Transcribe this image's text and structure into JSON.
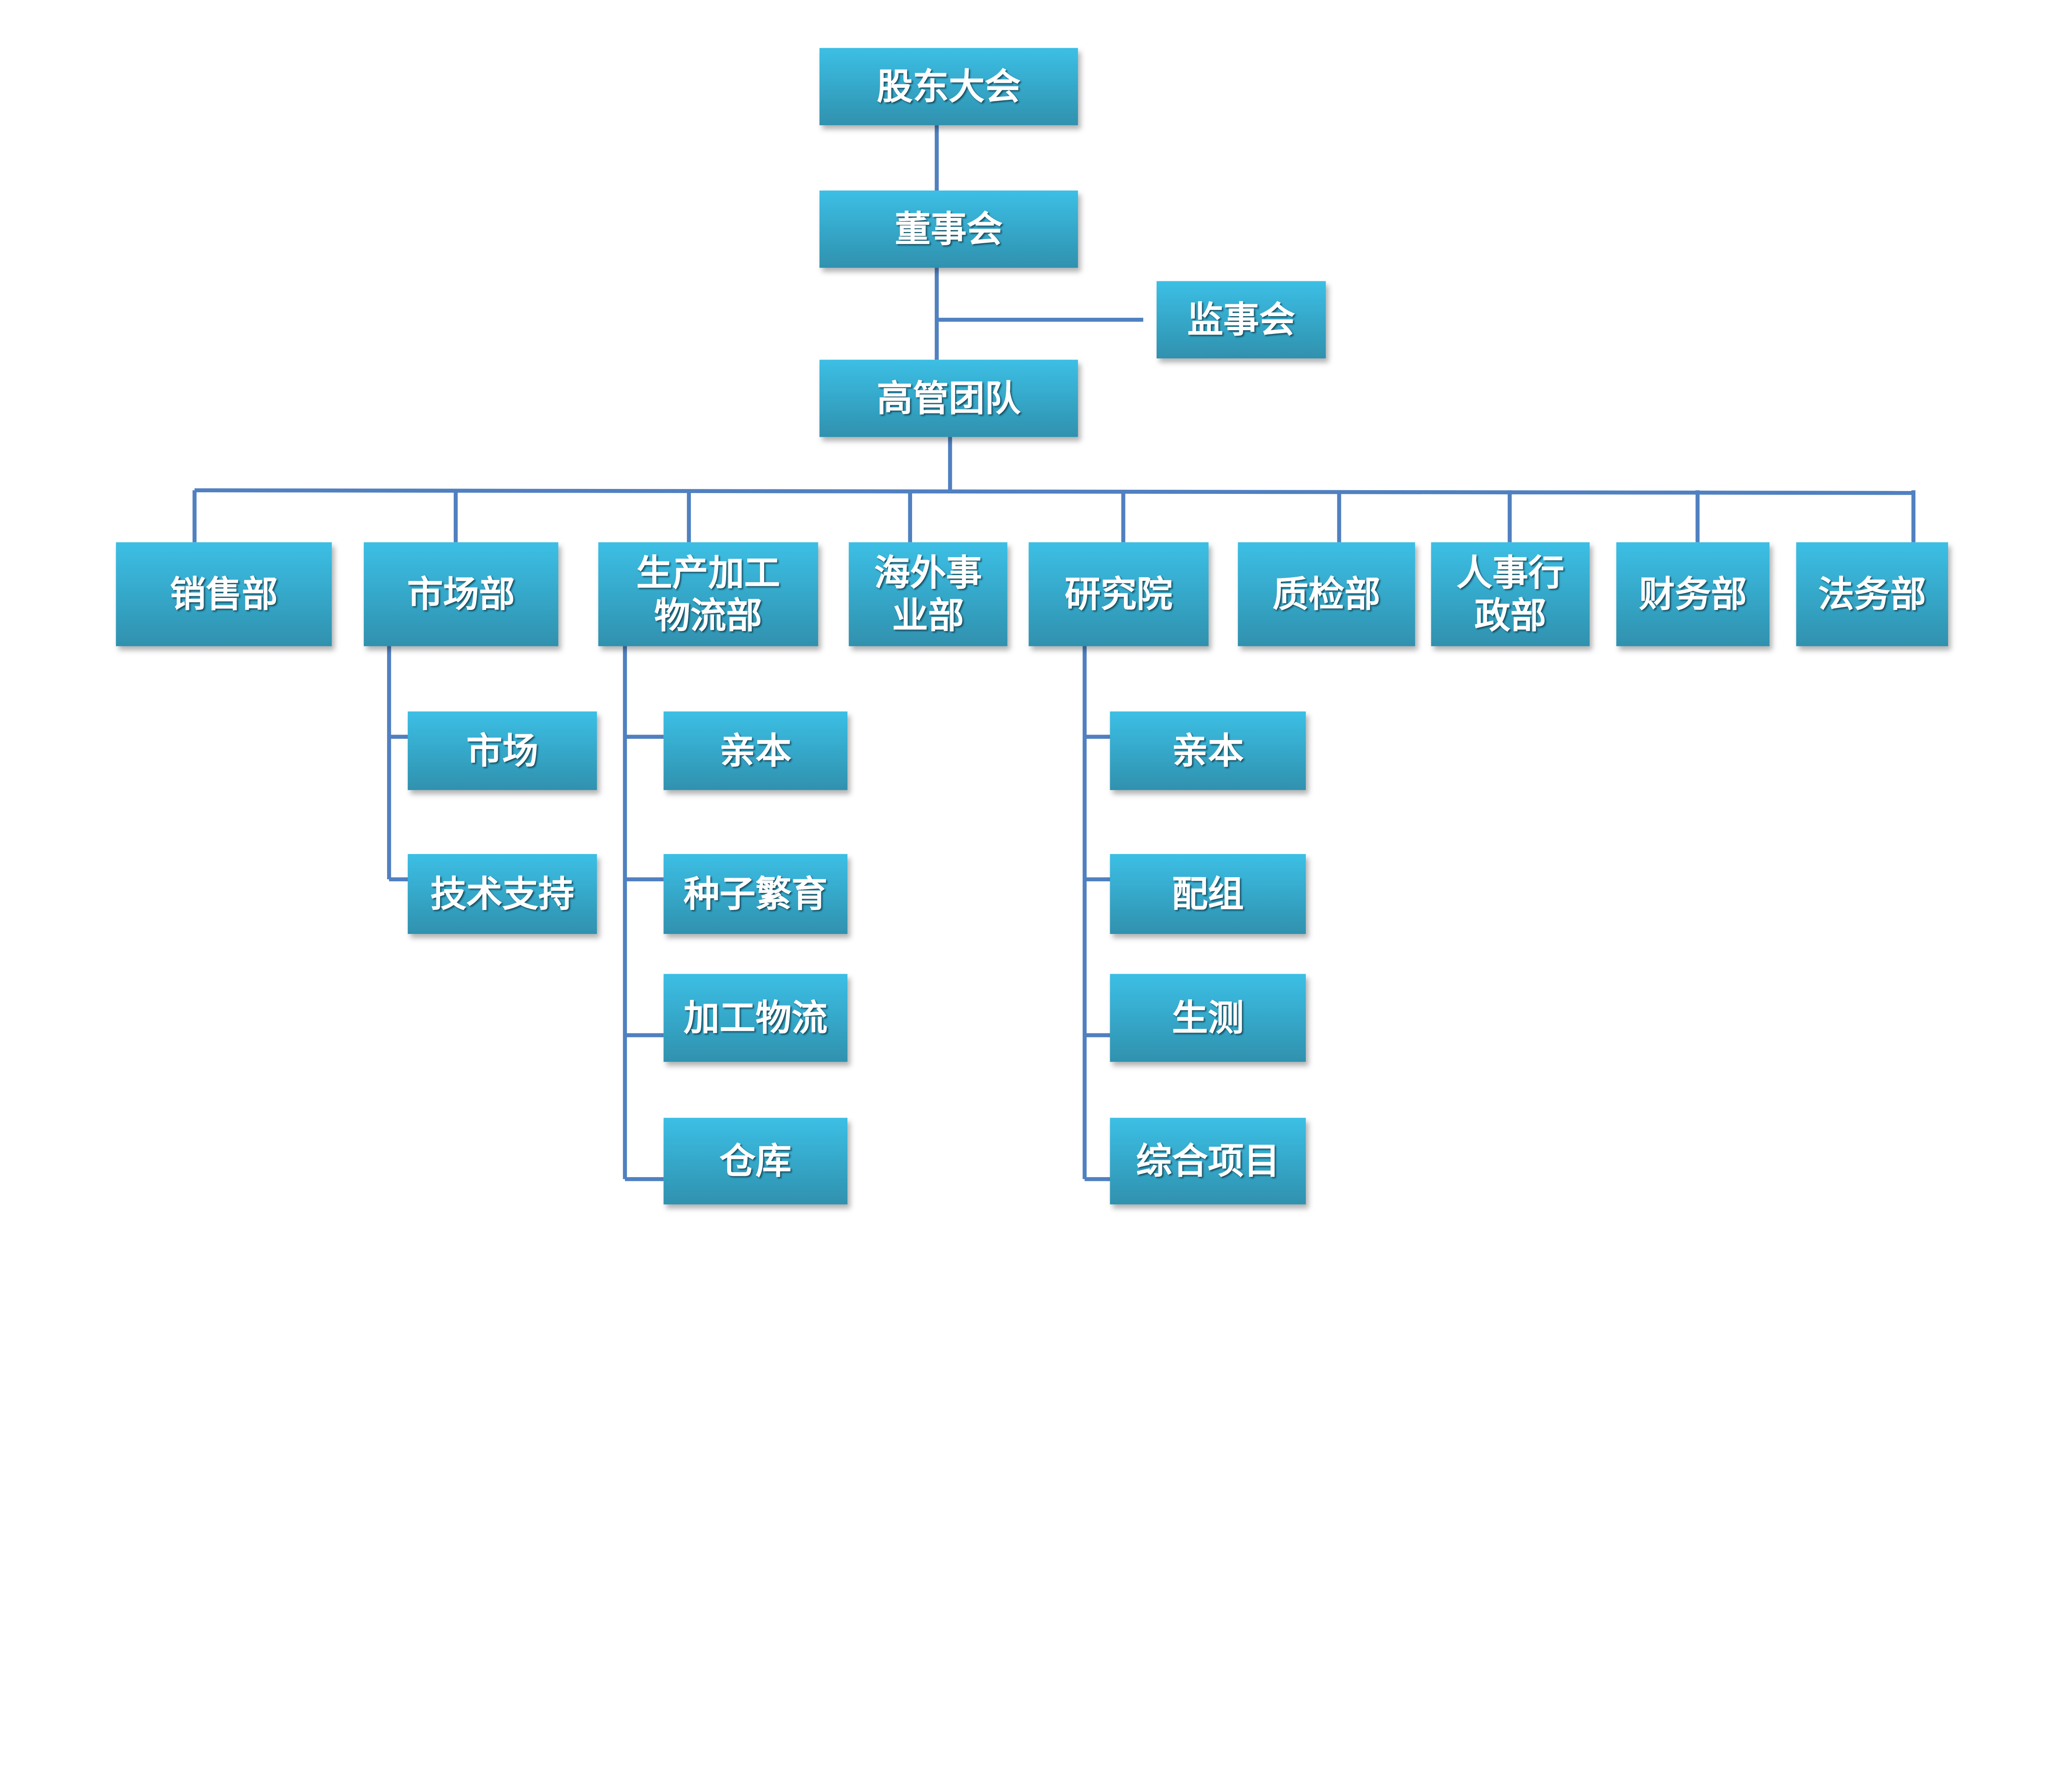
{
  "colors": {
    "box_top": "#3cbfe5",
    "box_bottom": "#2f91ae",
    "line": "#5080c0",
    "text": "#ffffff"
  },
  "org": {
    "shareholders": {
      "label": "股东大会"
    },
    "board": {
      "label": "董事会"
    },
    "supervisors": {
      "label": "监事会"
    },
    "management": {
      "label": "高管团队"
    },
    "departments": [
      {
        "label": "销售部",
        "children": []
      },
      {
        "label": "市场部",
        "children": [
          {
            "label": "市场"
          },
          {
            "label": "技术支持"
          }
        ]
      },
      {
        "label": "生产加工\n物流部",
        "children": [
          {
            "label": "亲本"
          },
          {
            "label": "种子繁育"
          },
          {
            "label": "加工物流"
          },
          {
            "label": "仓库"
          }
        ]
      },
      {
        "label": "海外事\n业部",
        "children": []
      },
      {
        "label": "研究院",
        "children": [
          {
            "label": "亲本"
          },
          {
            "label": "配组"
          },
          {
            "label": "生测"
          },
          {
            "label": "综合项目"
          }
        ]
      },
      {
        "label": "质检部",
        "children": []
      },
      {
        "label": "人事行\n政部",
        "children": []
      },
      {
        "label": "财务部",
        "children": []
      },
      {
        "label": "法务部",
        "children": []
      }
    ]
  }
}
